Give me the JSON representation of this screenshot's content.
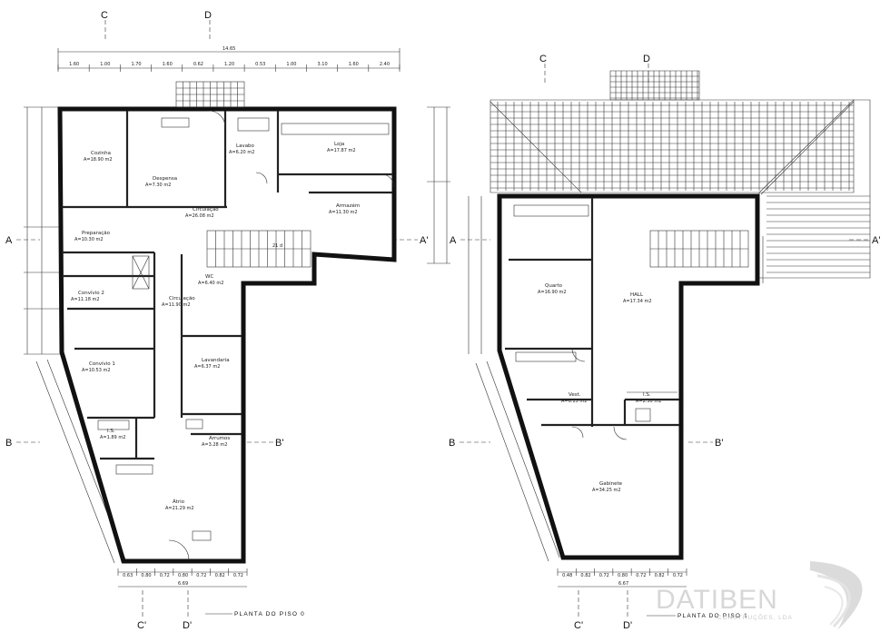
{
  "sections": {
    "C": "C",
    "D": "D",
    "A": "A",
    "A_prime": "A'",
    "B": "B",
    "B_prime": "B'",
    "C_prime": "C'",
    "D_prime": "D'"
  },
  "floor0": {
    "title": "PLANTA DO PISO 0",
    "total_dim": "14.65",
    "top_dims": [
      "1.60",
      "1.00",
      "1.70",
      "1.60",
      "0.62",
      "1.20",
      "0.53",
      "1.00",
      "3.10",
      "1.60",
      "2.40"
    ],
    "bottom_dims": [
      "0.63",
      "0.80",
      "0.72",
      "0.80",
      "0.72",
      "0.82",
      "0.72"
    ],
    "bottom_total": "6.69",
    "stair_label": "21 d",
    "rooms": [
      {
        "name": "Cozinha",
        "area": "A=18.90 m2"
      },
      {
        "name": "Despensa",
        "area": "A=7.30 m2"
      },
      {
        "name": "Lavabo",
        "area": "A=6.20 m2"
      },
      {
        "name": "Loja",
        "area": "A=17.87 m2"
      },
      {
        "name": "Circulação",
        "area": "A=26.08 m2"
      },
      {
        "name": "Armazém",
        "area": "A=11.30 m2"
      },
      {
        "name": "Preparação",
        "area": "A=10.30 m2"
      },
      {
        "name": "Convívio 2",
        "area": "A=11.18 m2"
      },
      {
        "name": "Circulação",
        "area": "A=11.90 m2"
      },
      {
        "name": "WC",
        "area": "A=6.40 m2"
      },
      {
        "name": "Lavandaria",
        "area": "A=6.37 m2"
      },
      {
        "name": "Convívio 1",
        "area": "A=10.53 m2"
      },
      {
        "name": "I.S.",
        "area": "A=1.89 m2"
      },
      {
        "name": "Arrumos",
        "area": "A=3.28 m2"
      },
      {
        "name": "Átrio",
        "area": "A=21.29 m2"
      }
    ]
  },
  "floor1": {
    "title": "PLANTA DO PISO 1",
    "bottom_dims": [
      "0.48",
      "0.82",
      "0.72",
      "0.80",
      "0.72",
      "0.82",
      "0.72"
    ],
    "bottom_total": "6.67",
    "rooms": [
      {
        "name": "Quarto",
        "area": "A=16.90 m2"
      },
      {
        "name": "HALL",
        "area": "A=17.34 m2"
      },
      {
        "name": "Vest.",
        "area": "A=6.13 m2"
      },
      {
        "name": "I.S.",
        "area": "A=2.30 m2"
      },
      {
        "name": "Gabinete",
        "area": "A=34.25 m2"
      }
    ]
  },
  "logo": {
    "name": "DATIBEN",
    "tagline": "CONSTRUÇÕES, LDA"
  }
}
